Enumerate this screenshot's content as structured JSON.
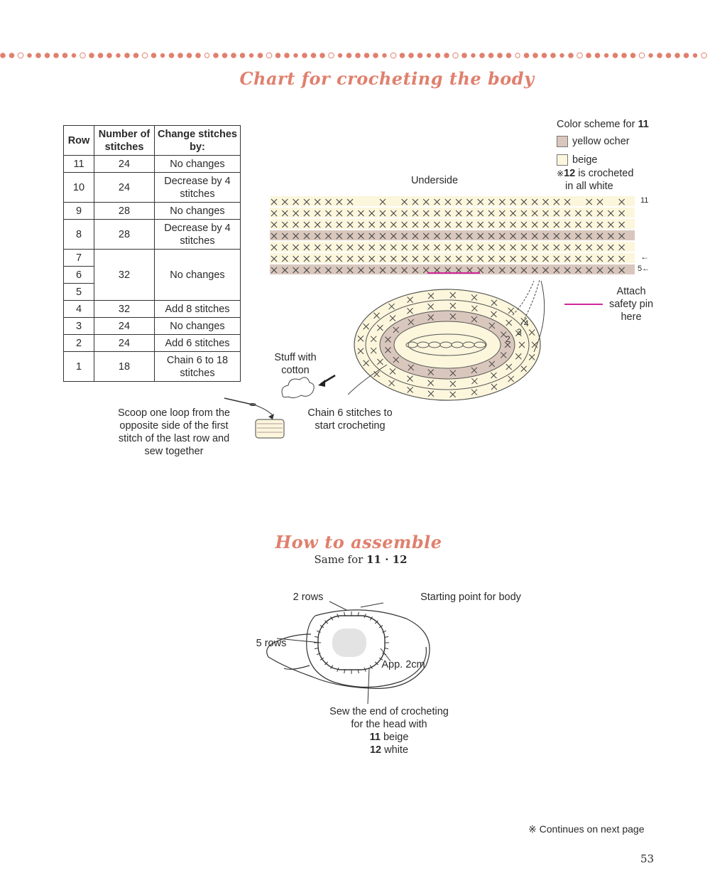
{
  "chart_title": "Chart for crocheting the body",
  "table": {
    "headers": {
      "row": "Row",
      "number": "Number of stitches",
      "change": "Change stitches by:"
    },
    "rows": [
      {
        "row": "11",
        "number": "24",
        "change": "No changes"
      },
      {
        "row": "10",
        "number": "24",
        "change": "Decrease by 4 stitches"
      },
      {
        "row": "9",
        "number": "28",
        "change": "No changes"
      },
      {
        "row": "8",
        "number": "28",
        "change": "Decrease by 4 stitches"
      },
      {
        "row": "7",
        "number": "32",
        "change": "No changes"
      },
      {
        "row": "6",
        "number": "",
        "change": ""
      },
      {
        "row": "5",
        "number": "",
        "change": ""
      },
      {
        "row": "4",
        "number": "32",
        "change": "Add 8 stitches"
      },
      {
        "row": "3",
        "number": "24",
        "change": "No changes"
      },
      {
        "row": "2",
        "number": "24",
        "change": "Add 6 stitches"
      },
      {
        "row": "1",
        "number": "18",
        "change": "Chain 6 to 18 stitches"
      }
    ]
  },
  "color_scheme": {
    "title": "Color scheme for",
    "title_num": "11",
    "items": [
      {
        "label": "yellow ocher",
        "color": "#d9c7bd"
      },
      {
        "label": "beige",
        "color": "#fbf6dc"
      }
    ],
    "note_mark": "※",
    "note_num": "12",
    "note_text": "is crocheted",
    "note_text2": "in all white"
  },
  "diagram": {
    "underside": "Underside",
    "row_11": "11",
    "row_5": "5←",
    "arrow": "←",
    "round_nums": [
      "4",
      "3",
      "2"
    ],
    "attach_pin": "Attach safety pin here",
    "pin_color": "#d2279b",
    "stuff": "Stuff with cotton",
    "chain_start": "Chain 6 stitches to start crocheting",
    "scoop": "Scoop one loop from the opposite side of the first stitch of the last row and sew together"
  },
  "assemble": {
    "title": "How to assemble",
    "subtitle_pre": "Same for",
    "subtitle_nums": "11 · 12",
    "two_rows": "2 rows",
    "start_point": "Starting point for body",
    "five_rows": "5 rows",
    "app": "App. 2cm",
    "sew_line1": "Sew the end of crocheting",
    "sew_line2": "for the head with",
    "sew_num1": "11",
    "sew_col1": "beige",
    "sew_num2": "12",
    "sew_col2": "white"
  },
  "footer": {
    "continues": "※ Continues on next page",
    "page": "53"
  },
  "colors": {
    "heading": "#e0806e",
    "ocher": "#d9c7bd",
    "beige": "#fbf6dc",
    "dots": "#e0806e"
  }
}
